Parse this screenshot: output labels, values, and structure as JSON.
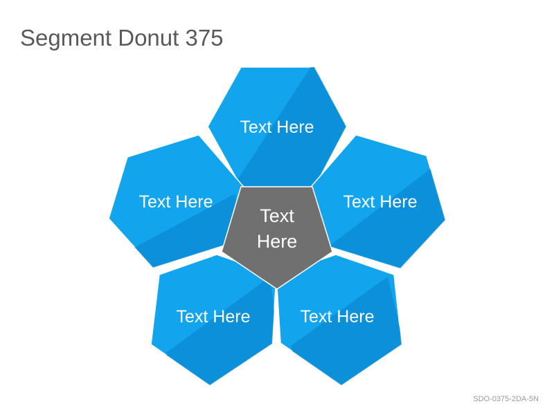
{
  "title": "Segment Donut 375",
  "center": {
    "line1": "Text",
    "line2": "Here",
    "color": "#707070"
  },
  "segments": [
    {
      "label": "Text Here"
    },
    {
      "label": "Text Here"
    },
    {
      "label": "Text Here"
    },
    {
      "label": "Text Here"
    },
    {
      "label": "Text Here"
    }
  ],
  "colors": {
    "segment_light": "#12A5EE",
    "segment_dark": "#0A8AD1",
    "stroke": "#ffffff"
  },
  "footer_code": "SDO-0375-2DA-5N"
}
